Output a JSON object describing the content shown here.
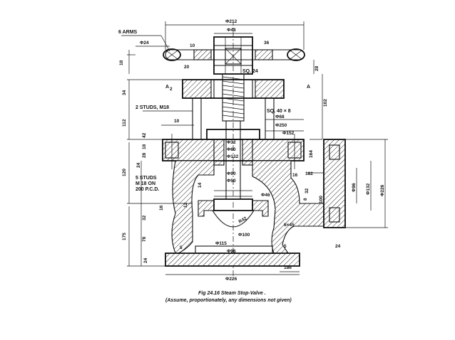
{
  "figure": {
    "caption": "Fig 24.16 Steam Stop-Valve .",
    "note": "(Assume, proportionately, any dimensions not given)"
  },
  "labels": {
    "arms": "6 ARMS",
    "studs_m18": "2 STUDS, M18",
    "studs_m18_pcd_1": "5 STUDS",
    "studs_m18_pcd_2": "M 18 ON",
    "studs_m18_pcd_3": "200 P.C.D.",
    "sq24": "SQ. 24",
    "sq40": "SQ. 40 × 8",
    "section_a": "A",
    "section_a2": "A",
    "section_a2_sub": "2"
  },
  "dimensions": {
    "d212": "Φ212",
    "d48": "Φ48",
    "d24_arm": "Φ24",
    "d36": "36",
    "d10_top": "10",
    "d20": "20",
    "d18": "18",
    "d28": "28",
    "d34": "34",
    "d102": "102",
    "d112": "112",
    "d68": "Φ68",
    "d250": "Φ250",
    "d152": "Φ152",
    "d10_mid": "10",
    "d42": "42",
    "d18_b": "18",
    "d28_b": "28",
    "d24_b": "24",
    "d164": "164",
    "d32": "Φ32",
    "d60": "Φ60",
    "d132": "Φ132",
    "d120": "120",
    "d182": "182",
    "d16": "16",
    "d90": "Φ90",
    "d50": "Φ50",
    "d14": "14",
    "d96_right": "Φ96",
    "d132_right": "Φ132",
    "d226_right": "Φ226",
    "d46": "Φ46",
    "d12": "12",
    "d8": "8",
    "d32_v": "32",
    "d100_v": "100",
    "d16_l": "16",
    "d32_l": "32",
    "d175": "175",
    "r42": "R42",
    "d6x45": "6×45",
    "d100": "Φ100",
    "d78": "78",
    "d115": "Φ115",
    "d5_l": "5",
    "d5_r": "5",
    "d24_r": "24",
    "d96": "Φ96",
    "d24_bl": "24",
    "d186": "186",
    "d226": "Φ226"
  }
}
